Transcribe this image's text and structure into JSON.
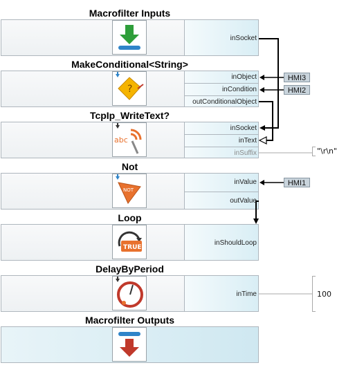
{
  "blocks": [
    {
      "title": "Macrofilter Inputs",
      "ports": [
        "inSocket"
      ],
      "icon": "green-down-arrow-icon"
    },
    {
      "title": "MakeConditional<String>",
      "ports": [
        "inObject",
        "inCondition",
        "outConditionalObject"
      ],
      "icon": "conditional-question-icon"
    },
    {
      "title": "TcpIp_WriteText?",
      "ports": [
        "inSocket",
        "inText",
        "inSuffix"
      ],
      "icon": "tcp-write-text-icon"
    },
    {
      "title": "Not",
      "ports": [
        "inValue",
        "outValue"
      ],
      "icon": "not-operator-icon"
    },
    {
      "title": "Loop",
      "ports": [
        "inShouldLoop"
      ],
      "icon": "loop-true-icon"
    },
    {
      "title": "DelayByPeriod",
      "ports": [
        "inTime"
      ],
      "icon": "delay-timer-icon"
    },
    {
      "title": "Macrofilter Outputs",
      "ports": [],
      "icon": "red-down-arrow-icon"
    }
  ],
  "hmi": {
    "in_object": "HMI3",
    "in_condition": "HMI2",
    "in_value": "HMI1"
  },
  "values": {
    "in_suffix": "\"\\r\\n\"",
    "in_time": "100"
  },
  "colors": {
    "port_panel": "#d9eef5",
    "hmi_badge": "#c9d4dc",
    "wire": "#000000"
  }
}
